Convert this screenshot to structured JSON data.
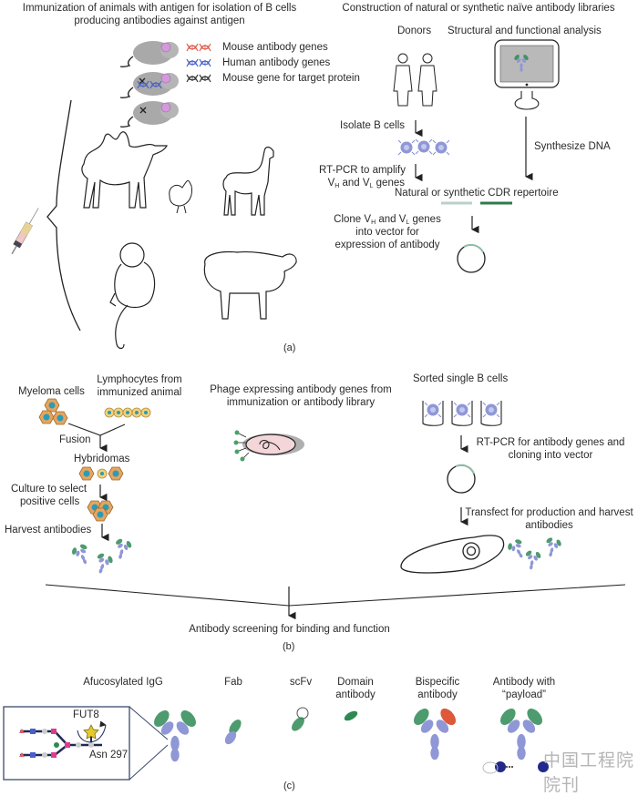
{
  "panel_a": {
    "label": "(a)",
    "immunization": {
      "title_line1": "Immunization of animals with antigen for isolation of B cells",
      "title_line2": "producing antibodies against antigen",
      "legend": [
        {
          "label": "Mouse antibody genes",
          "color": "#e05a4a"
        },
        {
          "label": "Human antibody genes",
          "color": "#4a5fc9"
        },
        {
          "label": "Mouse gene for target protein",
          "color": "#333333"
        }
      ],
      "animals": [
        "mouse",
        "transgenic-mouse",
        "knockout-mouse",
        "camel",
        "chicken",
        "llama",
        "monkey",
        "sheep"
      ]
    },
    "libraries": {
      "title": "Construction of natural or synthetic naïve antibody libraries",
      "donors_label": "Donors",
      "structural_label": "Structural and functional analysis",
      "isolate_label": "Isolate B cells",
      "rtpcr_line1": "RT-PCR to amplify",
      "rtpcr_v": "V",
      "rtpcr_h": "H",
      "rtpcr_and": " and V",
      "rtpcr_l": "L",
      "rtpcr_genes": " genes",
      "synthesize_label": "Synthesize DNA",
      "cdr_label": "Natural or synthetic CDR repertoire",
      "clone_line1_a": "Clone V",
      "clone_line1_h": "H",
      "clone_line1_b": " and V",
      "clone_line1_l": "L",
      "clone_line1_c": " genes",
      "clone_line2": "into vector for",
      "clone_line3": "expression of antibody"
    }
  },
  "panel_b": {
    "label": "(b)",
    "hybridoma": {
      "myeloma_label": "Myeloma cells",
      "lymph_line1": "Lymphocytes from",
      "lymph_line2": "immunized animal",
      "fusion_label": "Fusion",
      "hybridomas_label": "Hybridomas",
      "culture_line1": "Culture to select",
      "culture_line2": "positive cells",
      "harvest_label": "Harvest antibodies"
    },
    "phage": {
      "line1": "Phage expressing antibody genes from",
      "line2": "immunization or antibody library"
    },
    "single_b": {
      "sorted_label": "Sorted single B cells",
      "rtpcr_line1": "RT-PCR for antibody genes and",
      "rtpcr_line2": "cloning into vector",
      "transfect_line1": "Transfect for production and harvest",
      "transfect_line2": "antibodies"
    },
    "screening_label": "Antibody screening for binding and function"
  },
  "panel_c": {
    "label": "(c)",
    "formats": [
      {
        "line1": "Afucosylated IgG",
        "line2": ""
      },
      {
        "line1": "Fab",
        "line2": ""
      },
      {
        "line1": "scFv",
        "line2": ""
      },
      {
        "line1": "Domain",
        "line2": "antibody"
      },
      {
        "line1": "Bispecific",
        "line2": "antibody"
      },
      {
        "line1": "Antibody with",
        "line2": "“payload”"
      }
    ],
    "glycan": {
      "enzyme_label": "FUT8",
      "site_label": "Asn 297"
    },
    "colors": {
      "heavy": "#8f97d6",
      "variable": "#2e8a55",
      "bispecific_arm": "#e0583a",
      "payload": "#23298a"
    }
  },
  "watermark": "中国工程院院刊"
}
